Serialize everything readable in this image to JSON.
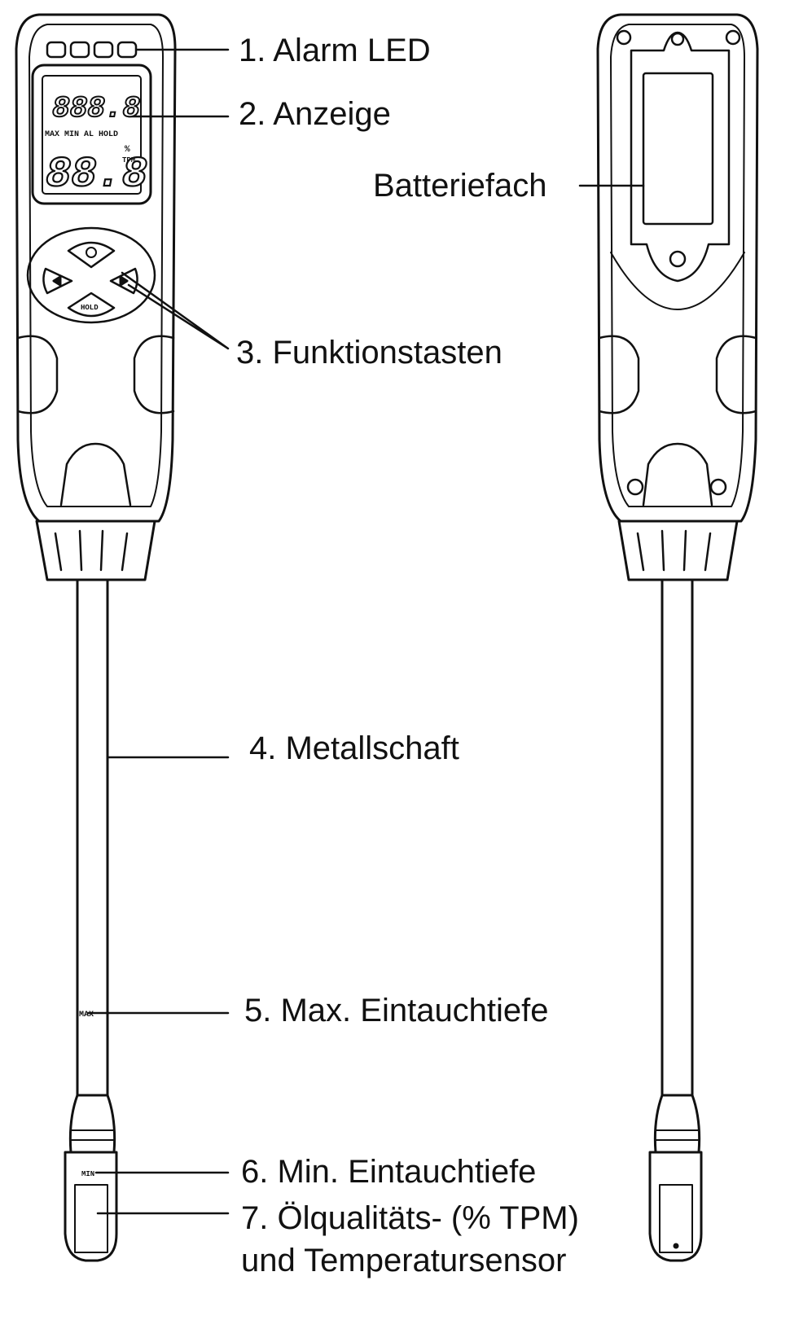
{
  "labels": {
    "alarm_led": "1. Alarm LED",
    "display": "2. Anzeige",
    "battery": "Batteriefach",
    "keys": "3. Funktionstasten",
    "shaft": "4. Metallschaft",
    "max_depth": "5. Max. Eintauchtiefe",
    "min_depth": "6. Min. Eintauchtiefe",
    "sensor_line1": "7. Ölqualitäts- (% TPM)",
    "sensor_line2": "und Temperatursensor"
  },
  "device_marks": {
    "lcd_top_digits": "888.8",
    "lcd_bottom_digits": "88.8",
    "lcd_row_labels": "MAX MIN AL HOLD",
    "lcd_unit_percent": "%",
    "lcd_unit_tpm": "TPM",
    "hold_key": "HOLD",
    "shaft_max_mark": "MAX",
    "shaft_min_mark": "MIN"
  },
  "colors": {
    "line": "#111111",
    "background": "#ffffff"
  }
}
